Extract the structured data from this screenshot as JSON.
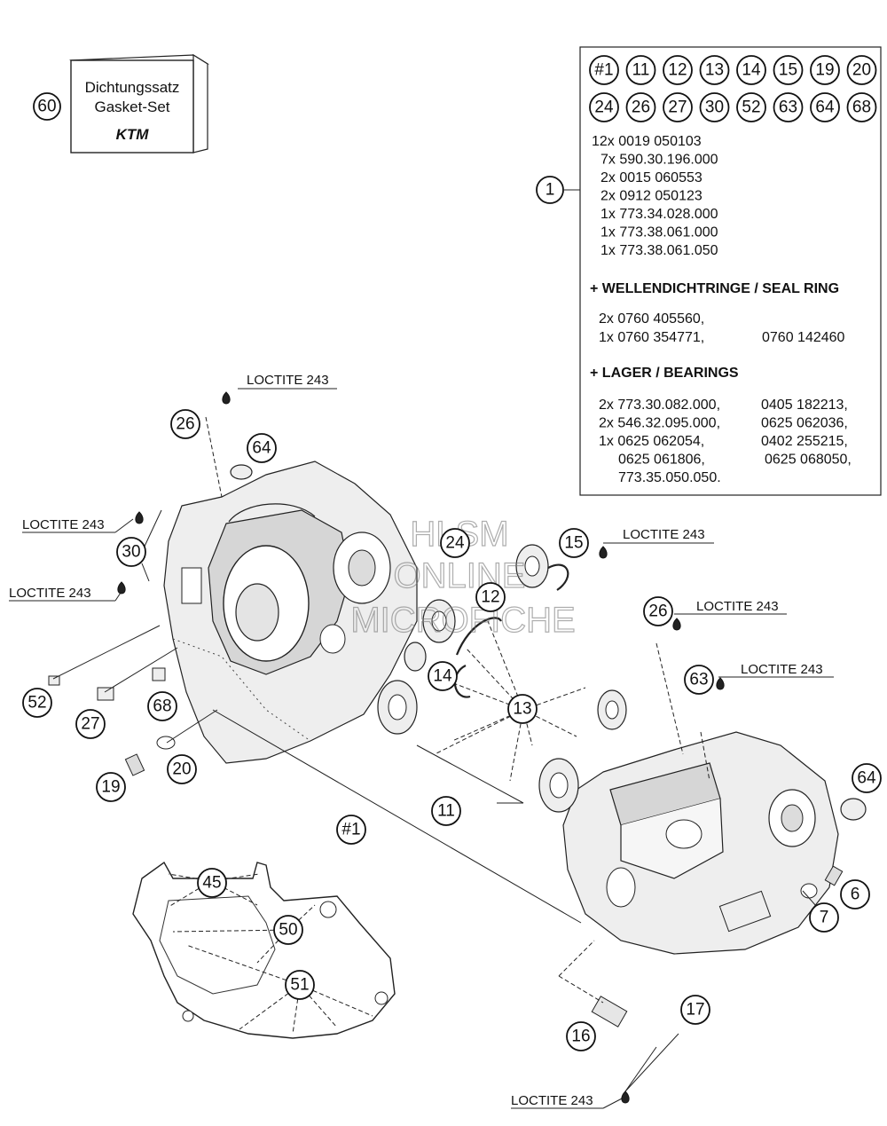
{
  "gasket_box": {
    "callout": "60",
    "line1": "Dichtungssatz",
    "line2": "Gasket-Set",
    "logo": "KTM"
  },
  "panel": {
    "callout": "1",
    "callouts_row1": [
      "#1",
      "11",
      "12",
      "13",
      "14",
      "15",
      "19",
      "20"
    ],
    "callouts_row2": [
      "24",
      "26",
      "27",
      "30",
      "52",
      "63",
      "64",
      "68"
    ],
    "parts": [
      "12x 0019 050103",
      "7x 590.30.196.000",
      "2x 0015 060553",
      "2x 0912 050123",
      "1x 773.34.028.000",
      "1x 773.38.061.000",
      "1x 773.38.061.050"
    ],
    "seal_heading": "+ WELLENDICHTRINGE /  SEAL RING",
    "seal_lines": [
      {
        "left": "2x 0760 405560,",
        "right": ""
      },
      {
        "left": "1x 0760 354771,",
        "right": "0760 142460"
      }
    ],
    "bearing_heading": "+ LAGER / BEARINGS",
    "bearing_lines": [
      {
        "left": "2x 773.30.082.000,",
        "right": "0405 182213,"
      },
      {
        "left": "2x 546.32.095.000,",
        "right": "0625 062036,"
      },
      {
        "left": "1x 0625 062054,",
        "right": "0402 255215,"
      },
      {
        "left": "0625 061806,",
        "right": "0625 068050,"
      },
      {
        "left": "773.35.050.050.",
        "right": ""
      }
    ]
  },
  "loctite": [
    "LOCTITE 243",
    "LOCTITE 243",
    "LOCTITE 243",
    "LOCTITE 243",
    "LOCTITE 243",
    "LOCTITE 243",
    "LOCTITE 243"
  ],
  "callouts": [
    "26",
    "64",
    "30",
    "52",
    "27",
    "68",
    "20",
    "19",
    "24",
    "12",
    "14",
    "13",
    "11",
    "15",
    "#1",
    "26",
    "63",
    "64",
    "6",
    "7",
    "16",
    "17",
    "45",
    "50",
    "51"
  ],
  "watermark": [
    "HLSM",
    "ONLINE",
    "MICROFICHE"
  ]
}
